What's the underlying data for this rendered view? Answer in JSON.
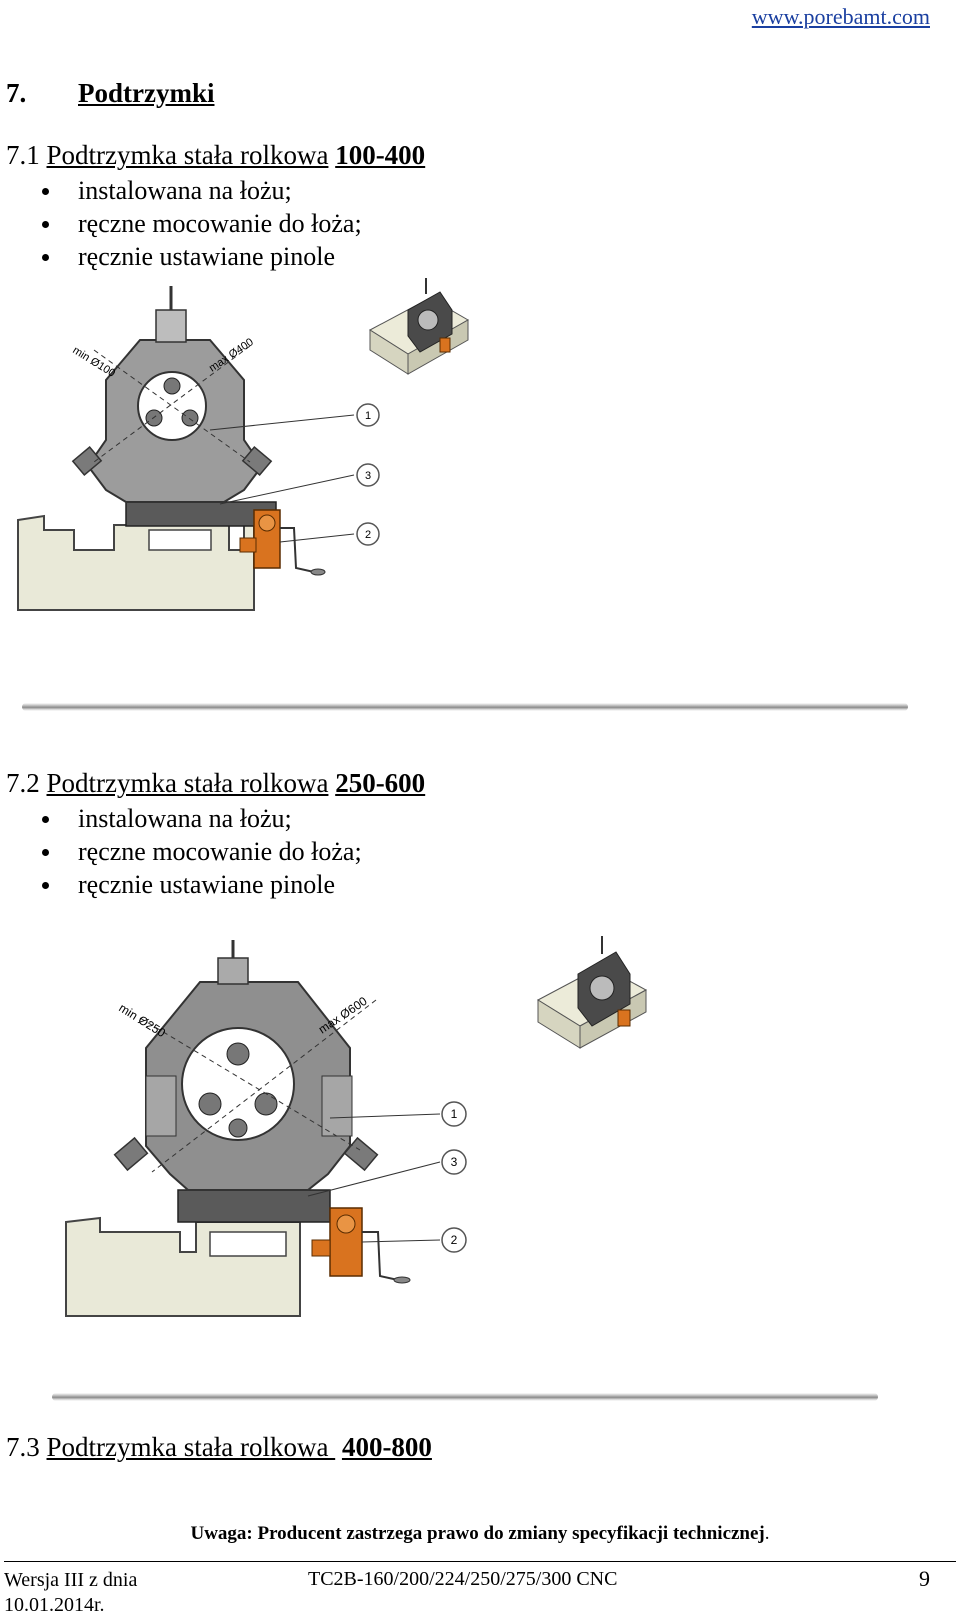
{
  "header": {
    "site": "www.porebamt.com"
  },
  "chapter": {
    "number": "7.",
    "title": "Podtrzymki"
  },
  "sections": [
    {
      "number": "7.1",
      "title_text": "Podtrzymka stała rolkowa",
      "range": "100-400",
      "bullets": [
        "instalowana na łożu;",
        "ręczne mocowanie do łoża;",
        "ręcznie ustawiane pinole"
      ],
      "figure": {
        "min_label": "min Ø100",
        "max_label": "max Ø400",
        "callouts": [
          "1",
          "3",
          "2"
        ]
      }
    },
    {
      "number": "7.2",
      "title_text": "Podtrzymka stała rolkowa",
      "range": "250-600",
      "bullets": [
        "instalowana na łożu;",
        "ręczne mocowanie do łoża;",
        "ręcznie ustawiane pinole"
      ],
      "figure": {
        "min_label": "min Ø250",
        "max_label": "max Ø600",
        "callouts": [
          "1",
          "3",
          "2"
        ]
      }
    },
    {
      "number": "7.3",
      "title_text": "Podtrzymka stała rolkowa ",
      "range": "400-800"
    }
  ],
  "note": {
    "bold": "Uwaga: Producent zastrzega prawo do zmiany specyfikacji technicznej",
    "tail": "."
  },
  "footer": {
    "version_line1": "Wersja III z dnia",
    "version_line2": "10.01.2014r.",
    "model": "TC2B-160/200/224/250/275/300 CNC",
    "page": "9"
  },
  "colors": {
    "link": "#1a3fa0",
    "body_gray": "#9a9a9a",
    "base_dark": "#555555",
    "bed_beige": "#e9e9d8",
    "handwheel_orange": "#d9731f"
  }
}
